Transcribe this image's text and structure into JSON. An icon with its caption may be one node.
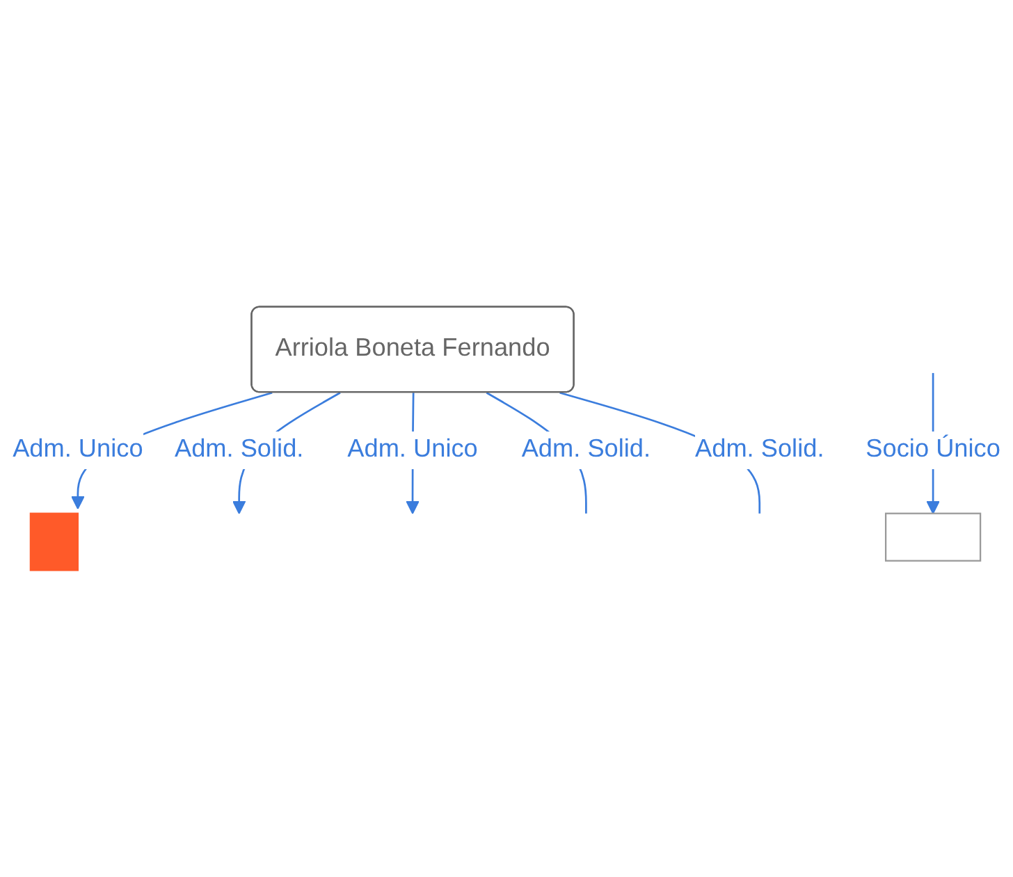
{
  "diagram": {
    "nodes": [
      {
        "text": [
          "Arriola Boneta Fernando"
        ]
      },
      {
        "text": [],
        "shape": "building"
      },
      {
        "text": [],
        "shape": "box"
      }
    ],
    "edges": [
      {
        "from": 0,
        "to": 1,
        "arrow": "to",
        "label": "Adm. Unico"
      },
      {
        "from": 0,
        "to": null,
        "arrow": "to",
        "label": "Adm. Solid."
      },
      {
        "from": 0,
        "to": null,
        "arrow": "to",
        "label": "Adm. Unico"
      },
      {
        "from": 0,
        "to": null,
        "arrow": "none",
        "label": "Adm. Solid."
      },
      {
        "from": 0,
        "to": null,
        "arrow": "none",
        "label": "Adm. Solid."
      },
      {
        "from": null,
        "to": 2,
        "arrow": "to",
        "label": "Socio Único"
      }
    ]
  }
}
